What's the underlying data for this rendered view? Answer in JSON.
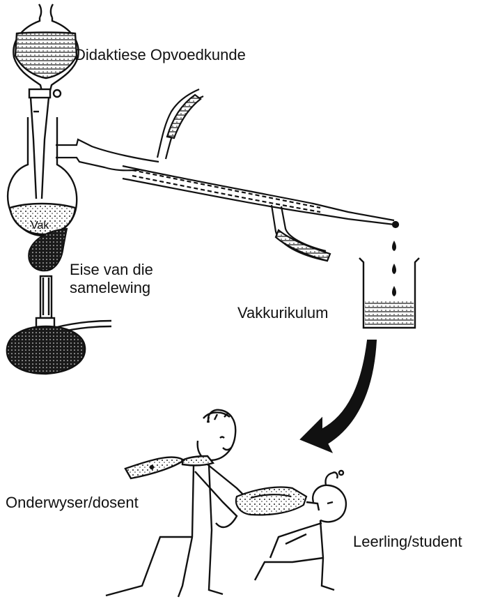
{
  "labels": {
    "top_funnel": "Didaktiese Opvoedkunde",
    "flame_line1": "Eise van die",
    "flame_line2": "samelewing",
    "beaker": "Vakkurikulum",
    "teacher": "Onderwyser/dosent",
    "student": "Leerling/student",
    "flask_content": "Vak"
  },
  "colors": {
    "ink": "#111111",
    "background": "#ffffff"
  }
}
